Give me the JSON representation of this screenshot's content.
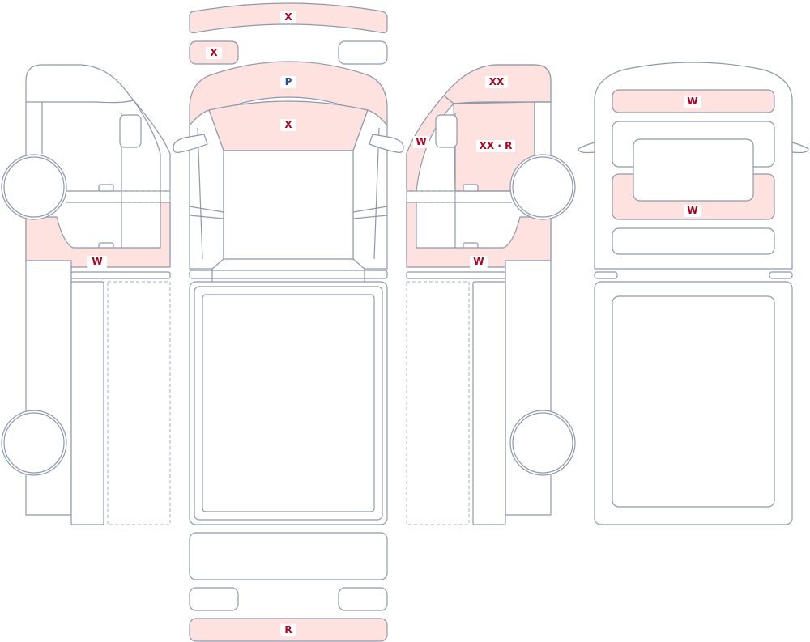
{
  "colors": {
    "outline": "#8e98ac",
    "damage_fill": "#fde2df",
    "damage_label": "#b00020",
    "paint_label": "#1f4e9a"
  },
  "markers": {
    "roof_top": "X",
    "front_mirror_left": "X",
    "hood": "P",
    "windshield": "X",
    "right_cab_top": "XX",
    "right_front_door": "XX · R",
    "right_front_fender": "W",
    "right_sill": "W",
    "left_sill": "W",
    "rear_upper_panel": "W",
    "rear_window_panel": "W",
    "rear_bumper": "R"
  }
}
